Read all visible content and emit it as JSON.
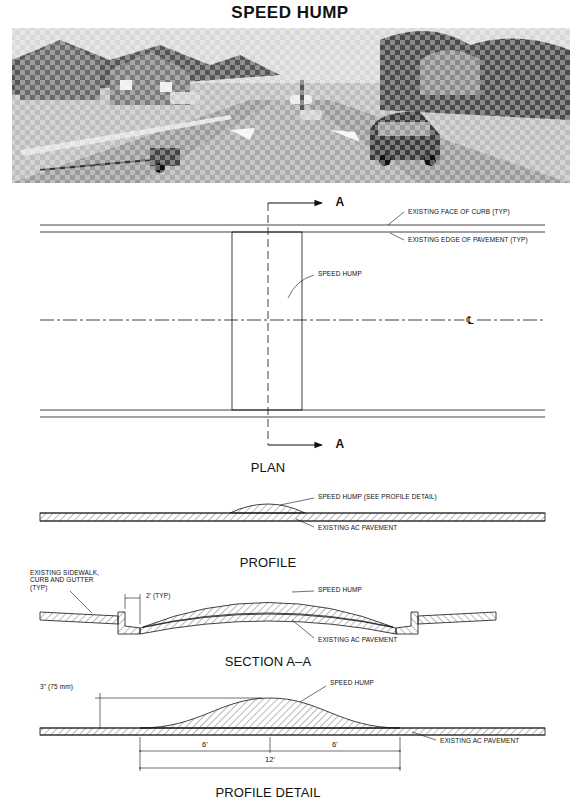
{
  "diagram": {
    "title": "SPEED HUMP",
    "labels": [
      "A",
      "EXISTING FACE OF CURB (TYP)",
      "EXISTING EDGE OF PAVEMENT (TYP)",
      "SPEED HUMP",
      "℄",
      "A",
      "PLAN",
      "SPEED HUMP (SEE PROFILE DETAIL)",
      "EXISTING AC PAVEMENT",
      "PROFILE",
      "EXISTING SIDEWALK, CURB AND GUTTER (TYP)",
      "2' (TYP)",
      "SPEED HUMP",
      "EXISTING AC PAVEMENT",
      "SECTION A–A",
      "3\" (75 mm)",
      "SPEED HUMP",
      "6'",
      "6'",
      "12'",
      "EXISTING AC PAVEMENT",
      "PROFILE DETAIL"
    ]
  }
}
